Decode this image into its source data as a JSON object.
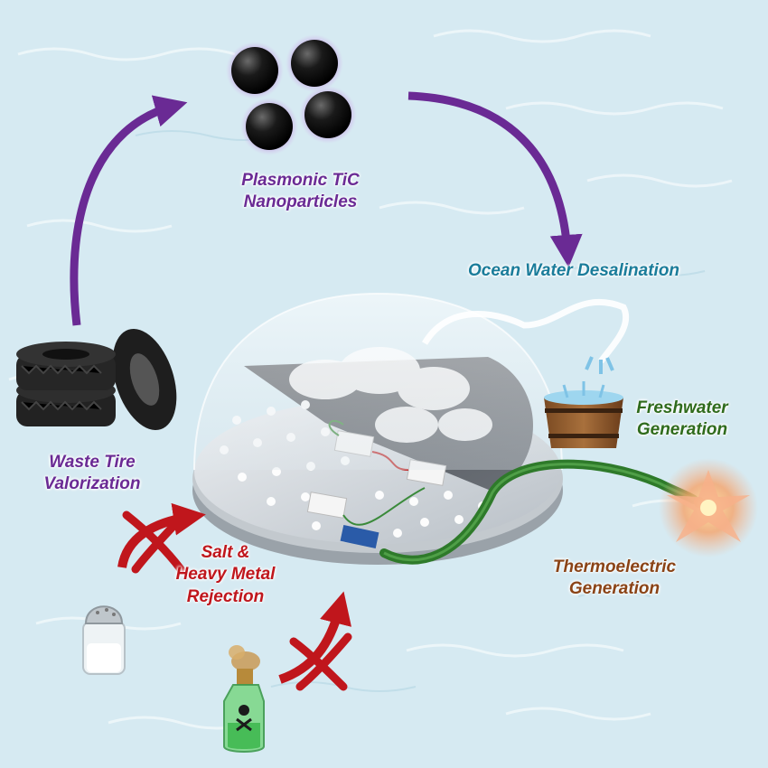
{
  "labels": {
    "plasmonic": "Plasmonic TiC\nNanoparticles",
    "ocean": "Ocean Water Desalination",
    "freshwater": "Freshwater\nGeneration",
    "waste_tire": "Waste Tire\nValorization",
    "salt": "Salt &\nHeavy Metal\nRejection",
    "thermo": "Thermoelectric\nGeneration"
  },
  "colors": {
    "purple": "#6a2a94",
    "teal": "#1a7c9a",
    "green": "#2f6b1c",
    "red": "#c0161c",
    "brown": "#8a4316",
    "water_light": "#e6f3f8",
    "water_mid": "#c4e1ec"
  },
  "icons": [
    "tire-stack-icon",
    "nanoparticle-icon",
    "evaporator-dome-icon",
    "wooden-tub-icon",
    "salt-shaker-icon",
    "poison-bottle-icon",
    "spark-icon",
    "blocked-arrow-icon"
  ]
}
